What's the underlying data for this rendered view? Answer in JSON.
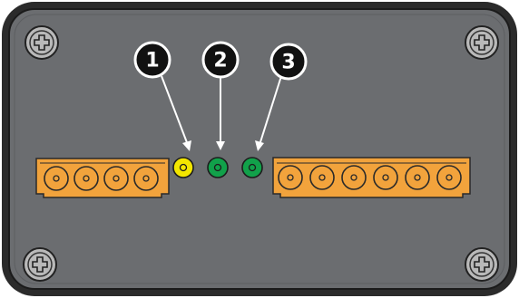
{
  "device": {
    "name": "",
    "colors": {
      "outer_frame": "#2b2b2b",
      "panel": "#6b6d70",
      "panel_border": "#1e1e1e",
      "connector": "#f2a33c",
      "connector_stroke": "#2a2a2a",
      "screw": "#b9b9b9",
      "led_1": "#f3e600",
      "led_2": "#11a14a",
      "led_3": "#11a14a",
      "callout_fill": "#111111",
      "callout_text": "#ffffff"
    },
    "screws": [
      "screw-icon",
      "screw-icon",
      "screw-icon",
      "screw-icon"
    ],
    "left_connector": {
      "pin_count": 4
    },
    "right_connector": {
      "pin_count": 6
    },
    "leds": [
      {
        "callout": "1",
        "color": "#f3e600"
      },
      {
        "callout": "2",
        "color": "#11a14a"
      },
      {
        "callout": "3",
        "color": "#11a14a"
      }
    ]
  }
}
